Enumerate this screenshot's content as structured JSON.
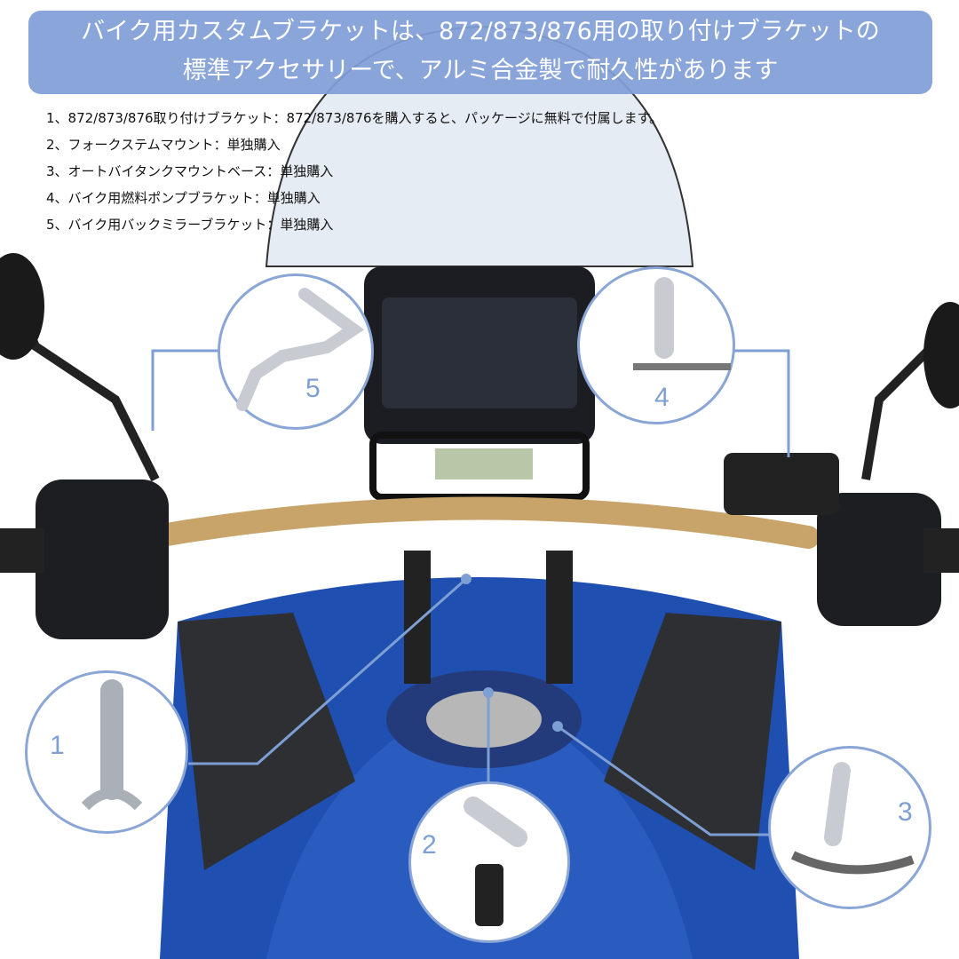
{
  "banner": {
    "line1": "バイク用カスタムブラケットは、872/873/876用の取り付けブラケットの",
    "line2": "標準アクセサリーで、アルミ合金製で耐久性があります"
  },
  "items": [
    "1、872/873/876取り付けブラケット：872/873/876を購入すると、パッケージに無料で付属します。",
    "2、フォークステムマウント：単独購入",
    "3、オートバイタンクマウントベース：単独購入",
    "4、バイク用燃料ポンプブラケット：単独購入",
    "5、バイク用バックミラーブラケット：単独購入"
  ],
  "callouts": {
    "c1": "1",
    "c2": "2",
    "c3": "3",
    "c4": "4",
    "c5": "5"
  },
  "colors": {
    "accent": "#8aa6d6",
    "handlebar": "#c9a46a",
    "tank": "#1f4fb0"
  }
}
